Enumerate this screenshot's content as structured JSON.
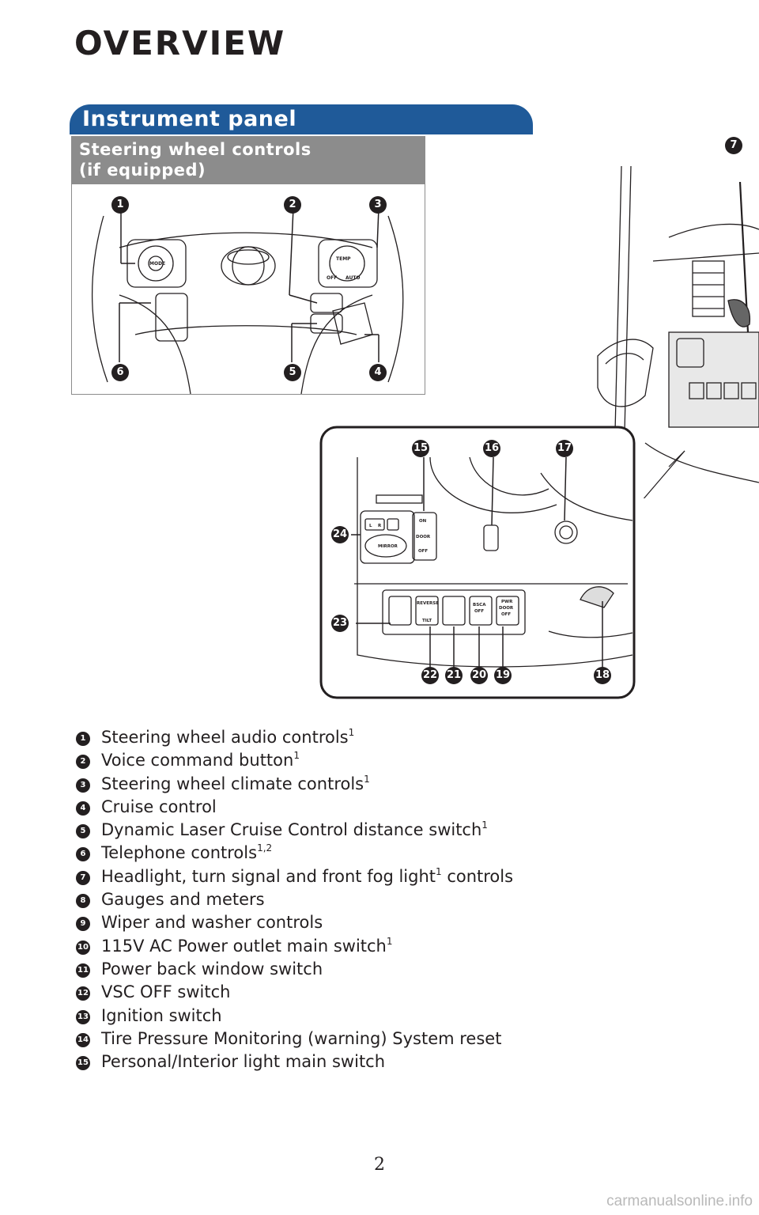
{
  "page": {
    "title": "OVERVIEW",
    "section_title": "Instrument panel",
    "subsection_title_line1": "Steering wheel controls",
    "subsection_title_line2": "(if equipped)",
    "page_number": "2",
    "watermark": "carmanualsonline.info"
  },
  "diagram": {
    "wheel_labels": {
      "mode": "MODE",
      "temp": "TEMP",
      "off": "OFF",
      "auto": "AUTO"
    },
    "console_labels": {
      "mirror": "MIRROR",
      "l": "L",
      "r": "R",
      "on": "ON",
      "door": "DOOR",
      "off": "OFF",
      "reverse": "REVERSE",
      "tilt": "TILT",
      "bsca": "BSCA",
      "bsca_off": "OFF",
      "pwr": "PWR",
      "door2": "DOOR",
      "off2": "OFF"
    },
    "wheel_callouts": [
      "1",
      "2",
      "3",
      "4",
      "5",
      "6"
    ],
    "console_callouts": [
      "15",
      "16",
      "17",
      "18",
      "19",
      "20",
      "21",
      "22",
      "23",
      "24"
    ],
    "dash_callout": "7"
  },
  "legend": [
    {
      "num": "1",
      "text": "Steering wheel audio controls",
      "sup": "1"
    },
    {
      "num": "2",
      "text": "Voice command button",
      "sup": "1"
    },
    {
      "num": "3",
      "text": "Steering wheel climate controls",
      "sup": "1"
    },
    {
      "num": "4",
      "text": "Cruise control",
      "sup": ""
    },
    {
      "num": "5",
      "text": "Dynamic Laser Cruise Control distance switch",
      "sup": "1"
    },
    {
      "num": "6",
      "text": "Telephone controls",
      "sup": "1,2"
    },
    {
      "num": "7",
      "text": "Headlight, turn signal and front fog light",
      "sup": "1",
      "text_after": " controls"
    },
    {
      "num": "8",
      "text": "Gauges and meters",
      "sup": ""
    },
    {
      "num": "9",
      "text": "Wiper and washer controls",
      "sup": ""
    },
    {
      "num": "10",
      "text": "115V AC Power outlet main switch",
      "sup": "1"
    },
    {
      "num": "11",
      "text": "Power back window switch",
      "sup": ""
    },
    {
      "num": "12",
      "text": "VSC OFF switch",
      "sup": ""
    },
    {
      "num": "13",
      "text": "Ignition switch",
      "sup": ""
    },
    {
      "num": "14",
      "text": "Tire Pressure Monitoring (warning) System reset",
      "sup": ""
    },
    {
      "num": "15",
      "text": "Personal/Interior light main switch",
      "sup": ""
    }
  ]
}
